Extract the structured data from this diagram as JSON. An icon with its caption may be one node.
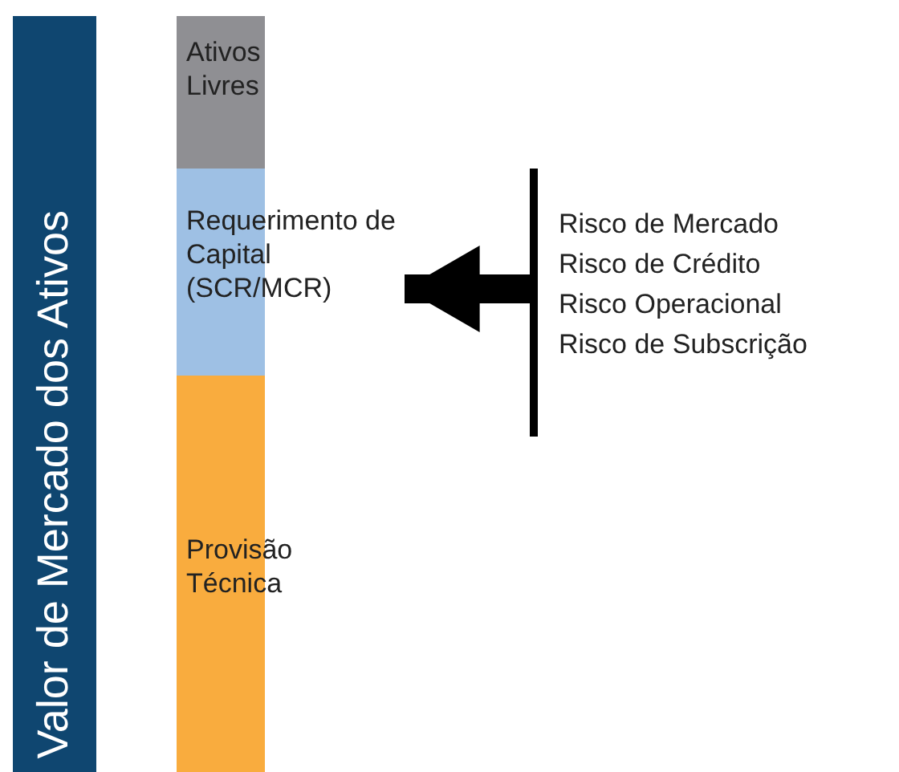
{
  "diagram": {
    "nodes": [
      {
        "text": [
          "Valor de Mercado dos Ativos"
        ]
      },
      {
        "text": [
          "Ativos Livres"
        ]
      },
      {
        "text": [
          "Requerimento de Capital (SCR/MCR)"
        ]
      },
      {
        "text": [
          "Provisão Técnica"
        ]
      },
      {
        "text": [
          "Risco de Mercado",
          "Risco de Crédito",
          "Risco Operacional",
          "Risco de Subscrição"
        ]
      }
    ],
    "edges": [
      {
        "from": 4,
        "to": 2,
        "arrow": "to"
      }
    ]
  }
}
